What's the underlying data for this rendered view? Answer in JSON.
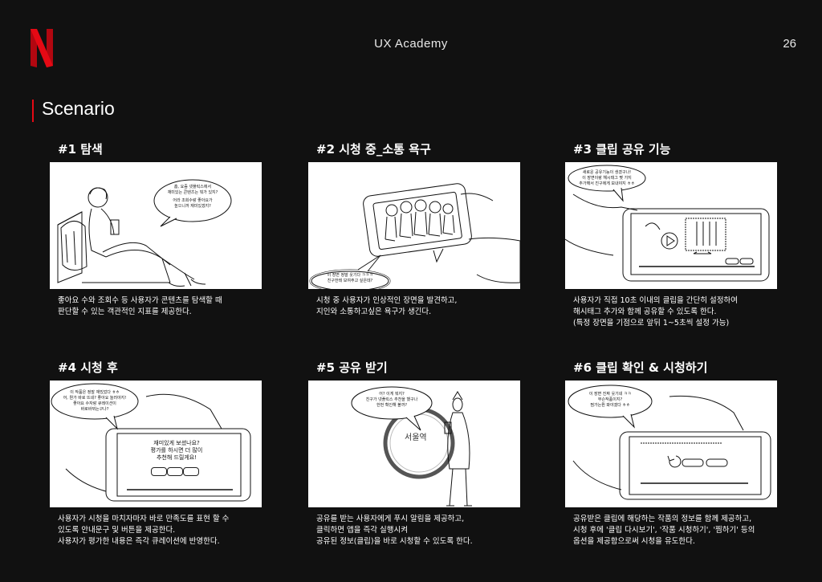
{
  "header": {
    "title": "UX Academy",
    "page_number": "26"
  },
  "section": {
    "title": "Scenario"
  },
  "colors": {
    "background": "#111111",
    "brand_red": "#e50914",
    "text": "#ffffff"
  },
  "cells": [
    {
      "title": "#1 탐색",
      "bubble": [
        "흠, 요즘 넷플릭스에서",
        "재미있는 콘텐츠는 뭐가 있지?",
        "",
        "어라 조회수랑 좋아요가",
        "높으니까 재미있겠지?"
      ],
      "caption": [
        "좋아요 수와 조회수 등 사용자가 콘텐츠를 탐색할 때",
        "판단할 수 있는 객관적인 지표를 제공한다."
      ]
    },
    {
      "title": "#2 시청 중_소통 욕구",
      "bubble": [
        "이 장면 정말 웃기다 ㅋㅋㅋ",
        "친구한테 보여주고 싶은데?"
      ],
      "caption": [
        "시청 중 사용자가 인상적인 장면을  발견하고,",
        "지인와 소통하고싶은 욕구가 생긴다."
      ]
    },
    {
      "title": "#3 클립 공유 기능",
      "bubble": [
        "새로운 공유기능이 생겼구나!",
        "이 장면이랑 해시태그 몇 가지",
        "추가해서 친구에게 보내야지 ㅎㅎ"
      ],
      "caption": [
        "사용자가 직접 10초 이내의 클립을 간단히 설정하여",
        "해시태그 추가와 함께 공유할 수 있도록 한다.",
        "(특정 장면을 기점으로 앞뒤 1~5초씩 설정 가능)"
      ]
    },
    {
      "title": "#4 시청 후",
      "bubble": [
        "이 작품은 정말 재밌었다 ㅎㅎ",
        "어, 뭔가 바로 뜨네? 좋아요 눌러야지!",
        "좋아요 수자랑 큐레이션이",
        "바로바뀌는구나?"
      ],
      "popup": [
        "재미있게 보셨나요?",
        "평가를 하시면 더 많이",
        "추천해 드릴게요!"
      ],
      "caption": [
        "사용자가 시청을 마치자마자 바로 만족도를 표현 할 수",
        "있도록 안내문구 및 버튼을 제공한다.",
        "사용자가 평가한 내용은 즉각 큐레이션에 반영한다."
      ]
    },
    {
      "title": "#5 공유 받기",
      "bubble": [
        "어? 이게 뭐지?",
        "친구가 넷플릭스 추천을 했구나",
        "한번 확인해 볼까?"
      ],
      "station": "서울역",
      "caption": [
        "공유를 받는 사용자에게 푸시 알림을 제공하고,",
        "클릭하면 앱을 즉각 실행시켜",
        "공유된 정보(클립)을 바로 시청할 수 있도록 한다."
      ]
    },
    {
      "title": "#6 클립 확인 & 시청하기",
      "bubble": [
        "이 장면 진짜 웃기네 ㅋㅋ",
        "무슨작품이지?",
        "찜가는뭔 봐야겠다 ㅎㅎ"
      ],
      "caption": [
        "공유받은 클립에 해당하는 작품의 정보를 함께 제공하고,",
        "시청 후에 '클립 다시보기', '작품 시청하기', '찜하기' 등의",
        "옵션을 제공함으로써 시청을 유도한다."
      ]
    }
  ]
}
